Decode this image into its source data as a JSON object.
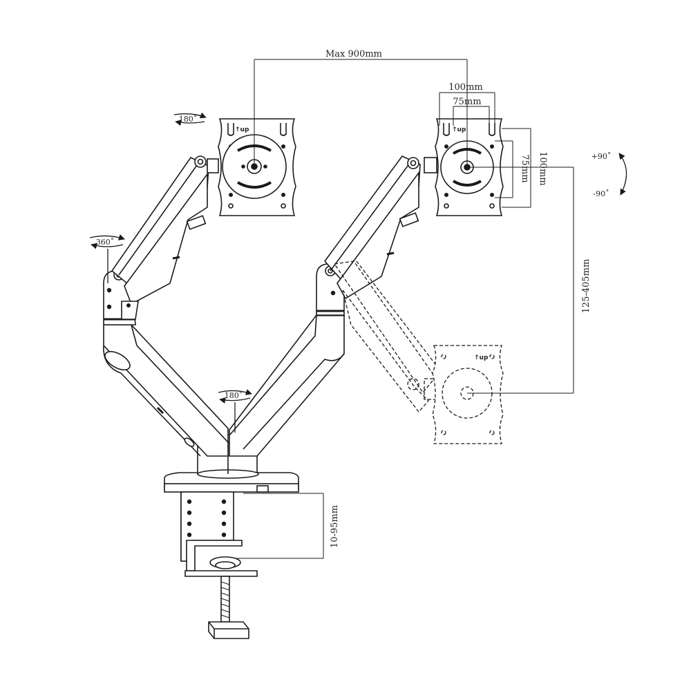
{
  "dimensions": {
    "max_span": "Max 900mm",
    "vesa_outer_h": "100mm",
    "vesa_inner_h": "75mm",
    "vesa_inner_v": "75mm",
    "vesa_outer_v": "100mm",
    "height_range": "125-405mm",
    "clamp_range": "10-95mm"
  },
  "rotations": {
    "left_plate_swivel": "180˚",
    "arm_base": "360˚",
    "center_pivot": "180˚",
    "tilt_up": "+90˚",
    "tilt_down": "-90˚"
  },
  "plate_marks": {
    "left_up": "↑up",
    "right_up": "↑up",
    "ghost_up": "↑up"
  },
  "colors": {
    "line": "#1a1a1a",
    "fill": "#ffffff",
    "shade": "#e8e8e8"
  }
}
